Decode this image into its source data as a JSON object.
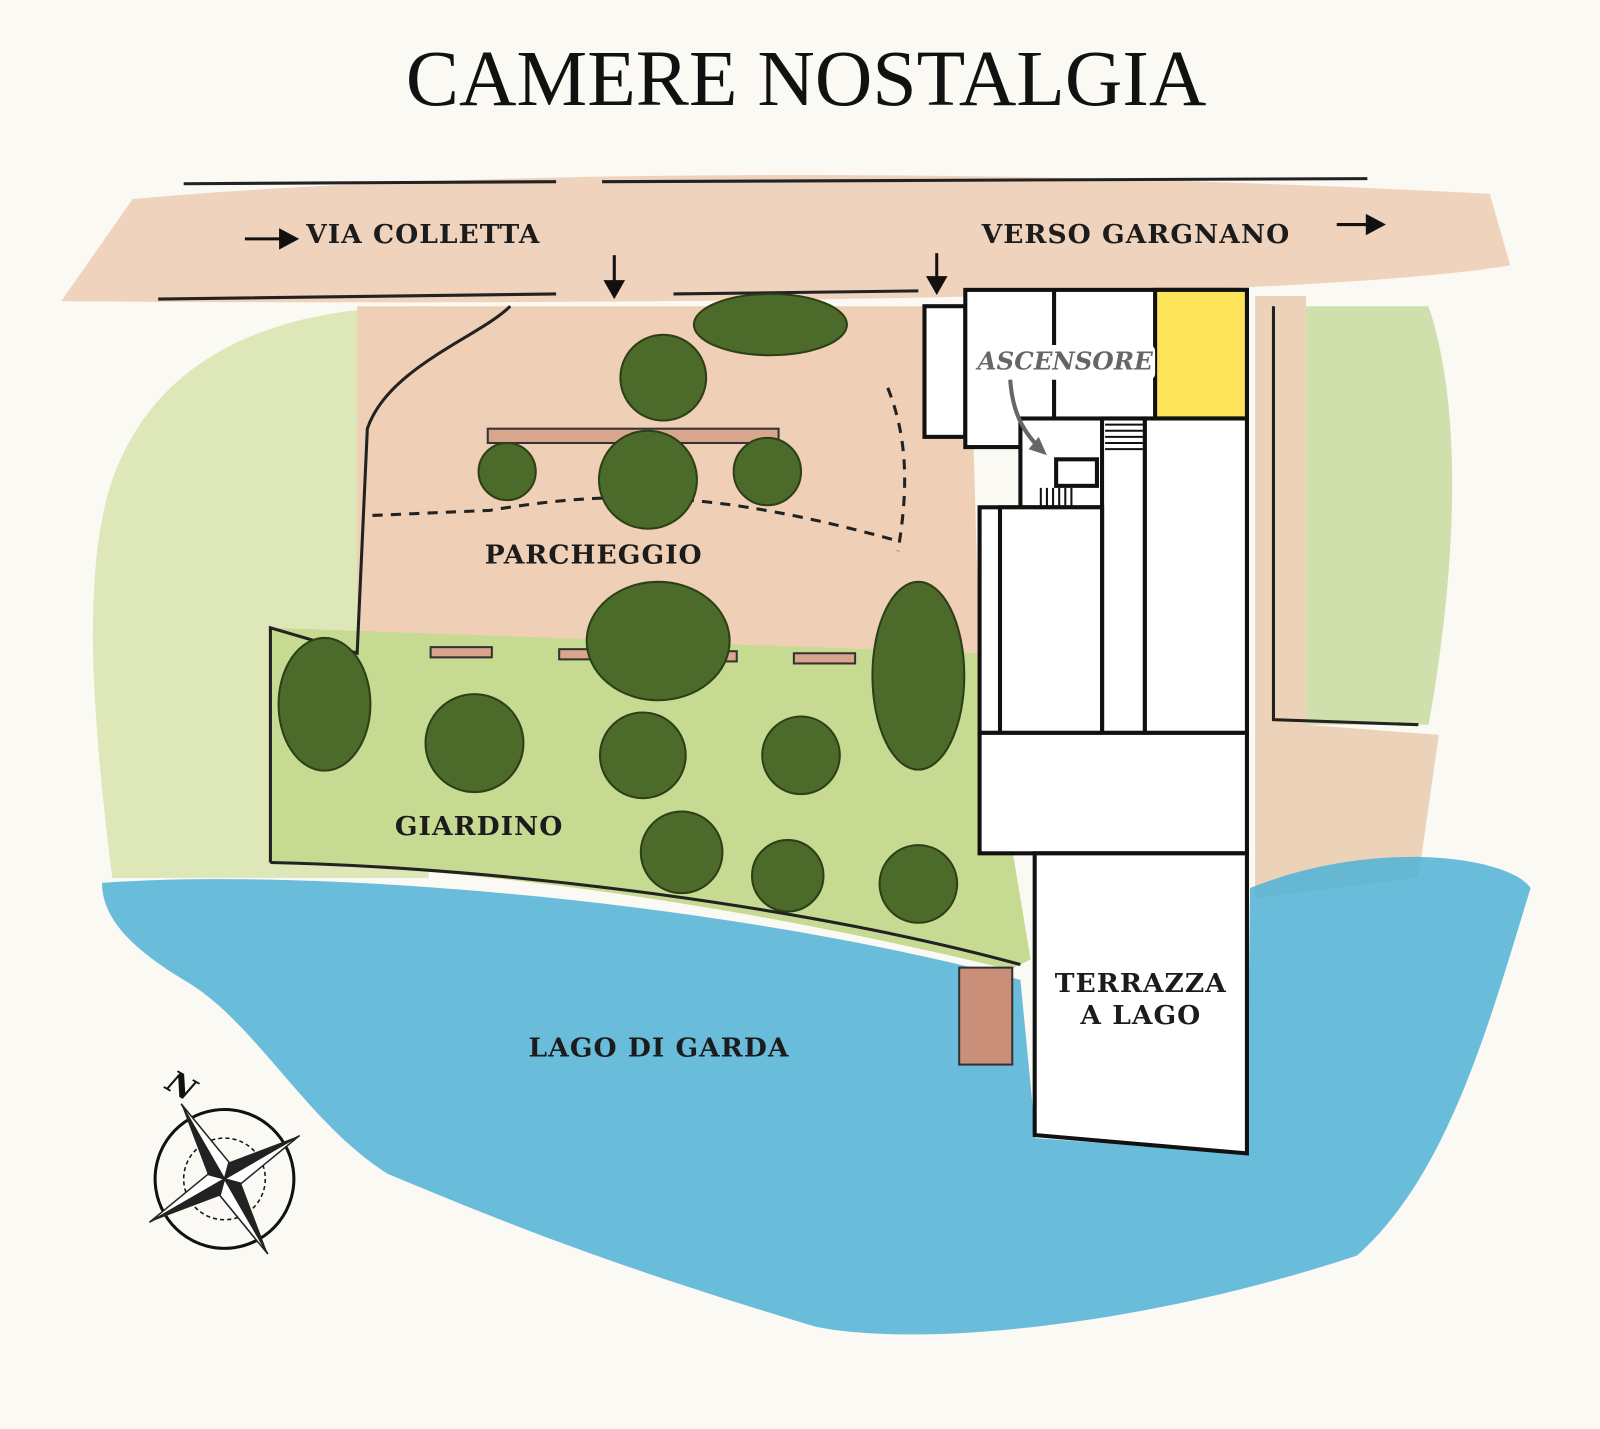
{
  "title": "CAMERE NOSTALGIA",
  "labels": {
    "street_left": "VIA COLLETTA",
    "street_right": "VERSO GARGNANO",
    "elevator": "ASCENSORE",
    "parking": "PARCHEGGIO",
    "garden": "GIARDINO",
    "lake": "LAGO DI GARDA",
    "terrace_line1": "TERRAZZA",
    "terrace_line2": "A LAGO",
    "compass_north": "N"
  },
  "colors": {
    "highlight_room": "#fde35a",
    "water": "#4fb3d6",
    "road": "#efd3bd",
    "lawn": "#c9dc9c",
    "tree": "#4c6a2a"
  }
}
